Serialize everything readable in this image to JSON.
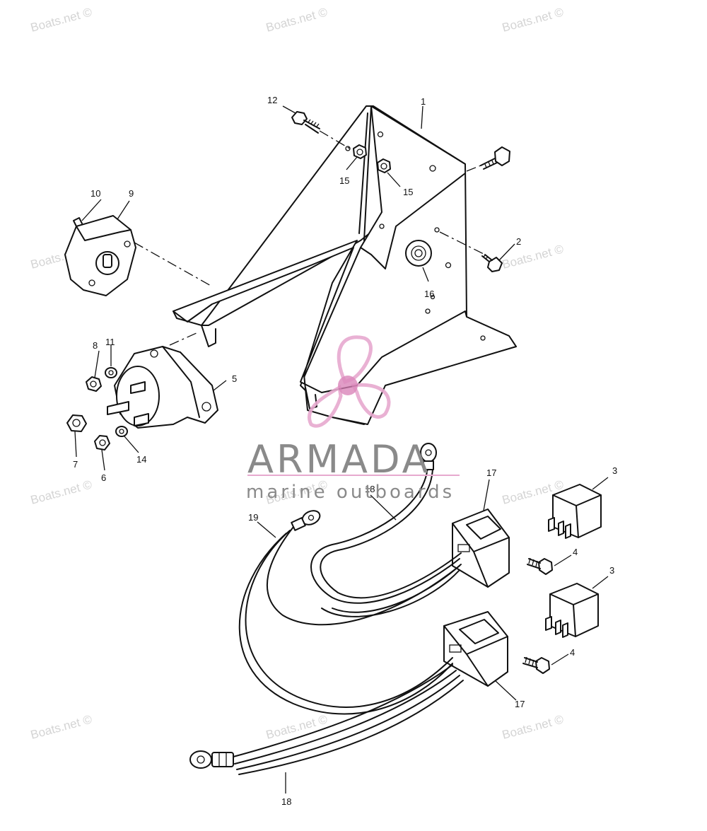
{
  "watermark": "Boats.net ©",
  "brand": {
    "name": "ARMADA",
    "tagline": "marine outboards"
  },
  "callouts": {
    "c1": "1",
    "c2": "2",
    "c3a": "3",
    "c3b": "3",
    "c4a": "4",
    "c4b": "4",
    "c5": "5",
    "c6": "6",
    "c7": "7",
    "c8": "8",
    "c9": "9",
    "c10": "10",
    "c11": "11",
    "c12": "12",
    "c14": "14",
    "c15a": "15",
    "c15b": "15",
    "c16": "16",
    "c17a": "17",
    "c17b": "17",
    "c18a": "18",
    "c18b": "18",
    "c19": "19"
  },
  "colors": {
    "line": "#111111",
    "watermark": "#d4d4d4",
    "brand_text": "#8a8a8a",
    "logo_pink": "#e7a9cf",
    "logo_hub": "#d87fb6"
  }
}
